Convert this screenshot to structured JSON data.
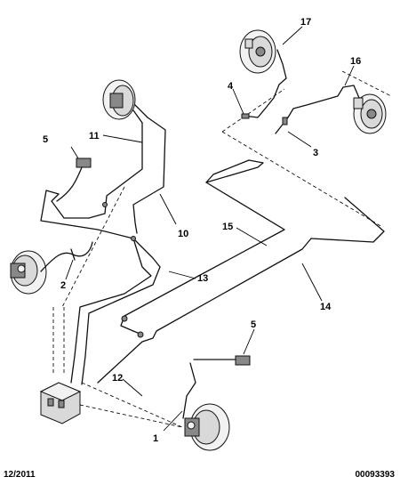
{
  "callouts": {
    "c1": "1",
    "c2": "2",
    "c3": "3",
    "c4": "4",
    "c5a": "5",
    "c5b": "5",
    "c10": "10",
    "c11": "11",
    "c12": "12",
    "c13": "13",
    "c14": "14",
    "c15": "15",
    "c16": "16",
    "c17": "17"
  },
  "footer": {
    "date": "12/2011",
    "reference": "00093393"
  }
}
